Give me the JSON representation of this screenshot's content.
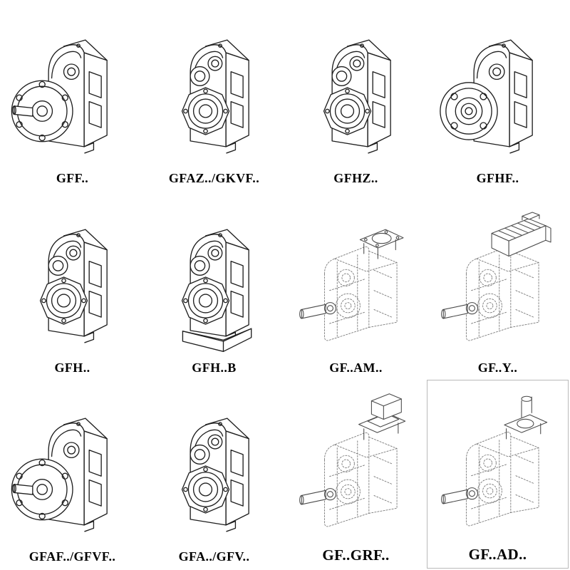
{
  "colors": {
    "line": "#1f1f1f",
    "phantom_line": "#787878",
    "accessory_line": "#4a4a4a",
    "label_text": "#000000",
    "box_border": "#b9b9b9",
    "background": "#ffffff"
  },
  "grid": {
    "columns": 4,
    "rows": 3,
    "items": [
      {
        "label": "GFF..",
        "drawing": "flange-mounted-gearbox"
      },
      {
        "label": "GFAZ../GKVF..",
        "drawing": "hollow-shaft-gearbox"
      },
      {
        "label": "GFHZ..",
        "drawing": "hollow-shaft-gearbox"
      },
      {
        "label": "GFHF..",
        "drawing": "flange-mounted-gearbox-4bolt"
      },
      {
        "label": "GFH..",
        "drawing": "hollow-shaft-gearbox"
      },
      {
        "label": "GFH..B",
        "drawing": "hollow-shaft-gearbox-base"
      },
      {
        "label": "GF..AM..",
        "drawing": "phantom-gearbox-iec-adapter"
      },
      {
        "label": "GF..Y..",
        "drawing": "phantom-gearbox-motor"
      },
      {
        "label": "GFAF../GFVF..",
        "drawing": "flange-mounted-gearbox"
      },
      {
        "label": "GFA../GFV..",
        "drawing": "hollow-shaft-gearbox"
      },
      {
        "label": "GF..GRF..",
        "drawing": "phantom-gearbox-box-adapter"
      },
      {
        "label": "GF..AD..",
        "drawing": "phantom-gearbox-input-shaft"
      }
    ]
  }
}
